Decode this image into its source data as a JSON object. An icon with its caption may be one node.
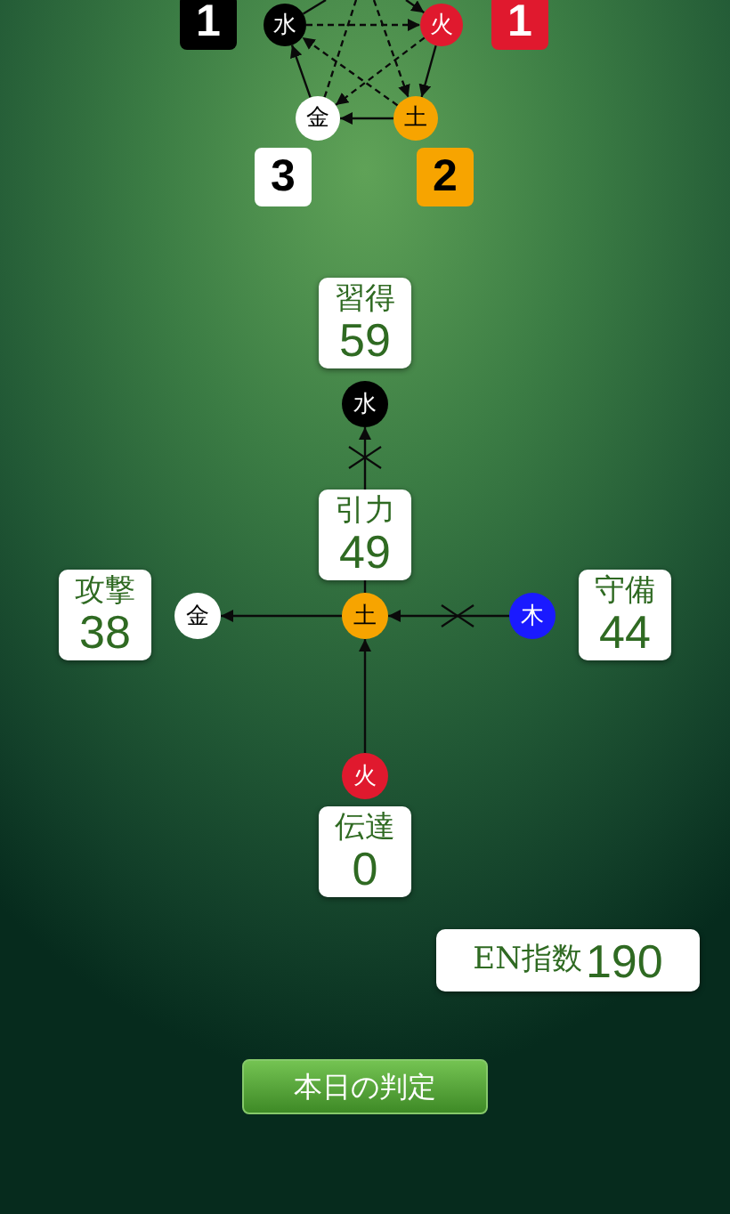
{
  "diagram": {
    "nodes": [
      {
        "text": [
          "1"
        ]
      },
      {
        "text": [
          "水"
        ]
      },
      {
        "text": [
          "火"
        ]
      },
      {
        "text": [
          "1"
        ]
      },
      {
        "text": [
          "金"
        ]
      },
      {
        "text": [
          "土"
        ]
      },
      {
        "text": [
          "3"
        ]
      },
      {
        "text": [
          "2"
        ]
      },
      {
        "text": [
          "習得",
          "59"
        ]
      },
      {
        "text": [
          "水"
        ]
      },
      {
        "text": [
          "引力",
          "49"
        ]
      },
      {
        "text": [
          "攻撃",
          "38"
        ]
      },
      {
        "text": [
          "金"
        ]
      },
      {
        "text": [
          "土"
        ]
      },
      {
        "text": [
          "木"
        ]
      },
      {
        "text": [
          "守備",
          "44"
        ]
      },
      {
        "text": [
          "火"
        ]
      },
      {
        "text": [
          "伝達",
          "0"
        ]
      },
      {
        "text": [
          "EN指数",
          "190"
        ]
      },
      {
        "text": [
          "本日の判定"
        ]
      }
    ],
    "edges": [
      {
        "from": 1,
        "to": 2,
        "arrow": "to",
        "style": "dashed"
      },
      {
        "from": 2,
        "to": 5,
        "arrow": "to"
      },
      {
        "from": 5,
        "to": 4,
        "arrow": "to"
      },
      {
        "from": 4,
        "to": 1,
        "arrow": "to"
      },
      {
        "from": 2,
        "to": 4,
        "arrow": "to",
        "style": "dashed"
      },
      {
        "from": 5,
        "to": 1,
        "arrow": "to",
        "style": "dashed"
      },
      {
        "from": null,
        "to": 2,
        "arrow": "to"
      },
      {
        "from": 1,
        "to": null,
        "arrow": "none"
      },
      {
        "from": null,
        "to": 5,
        "arrow": "to",
        "style": "dashed"
      },
      {
        "from": 4,
        "to": null,
        "arrow": "none",
        "style": "dashed"
      },
      {
        "from": 13,
        "to": 10,
        "arrow": "none"
      },
      {
        "from": 10,
        "to": 9,
        "arrow": "to"
      },
      {
        "from": 13,
        "to": 12,
        "arrow": "to"
      },
      {
        "from": 14,
        "to": 13,
        "arrow": "to"
      },
      {
        "from": 16,
        "to": 13,
        "arrow": "to"
      }
    ]
  }
}
